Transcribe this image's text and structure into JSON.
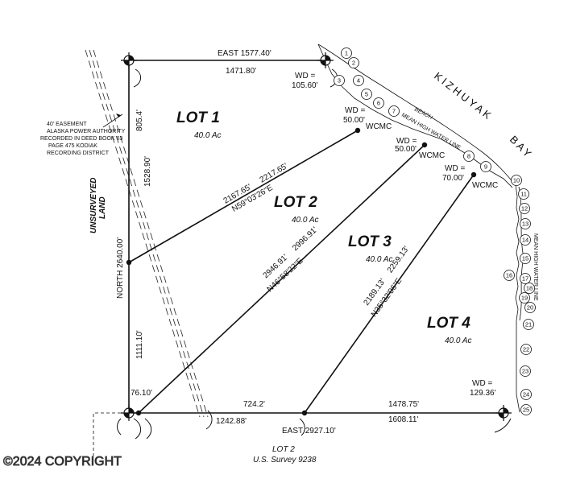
{
  "lots": [
    {
      "label": "LOT 1",
      "area": "40.0 Ac"
    },
    {
      "label": "LOT 2",
      "area": "40.0 Ac"
    },
    {
      "label": "LOT 3",
      "area": "40.0 Ac"
    },
    {
      "label": "LOT 4",
      "area": "40.0 Ac"
    }
  ],
  "top_line": {
    "total": "EAST 1577.40'",
    "segment": "1471.80'"
  },
  "west_line": {
    "total": "NORTH 2640.00'",
    "upper": "805.4'",
    "upper_total": "1528.90'",
    "lower": "1111.10'",
    "corner": "76.10'"
  },
  "bottom_line": {
    "seg1": "724.2'",
    "seg1_total": "1242.88'",
    "total": "EAST 2927.10'",
    "seg2": "1478.75'",
    "seg2_total": "1608.11'"
  },
  "line_1_2": {
    "length1": "2167.65'",
    "length2": "2217.65'",
    "bearing": "N59°03'26\"E"
  },
  "line_2_3": {
    "length1": "2946.91'",
    "length2": "2996.91'",
    "bearing": "N46°58'22\"E"
  },
  "line_3_4": {
    "length1": "2189.13'",
    "length2": "2259.13'",
    "bearing": "N35°32'06\"E"
  },
  "witness": {
    "wd1": "WD =",
    "wd1_val": "105.60'",
    "wd2": "WD =",
    "wd2_val": "50.00'",
    "wd2_tag": "WCMC",
    "wd3": "WD =",
    "wd3_val": "50.00'",
    "wd3_tag": "WCMC",
    "wd4": "WD =",
    "wd4_val": "70.00'",
    "wd4_tag": "WCMC",
    "wd5": "WD =",
    "wd5_val": "129.36'"
  },
  "easement": [
    "40' EASEMENT",
    "ALASKA POWER AUTHORITY",
    "RECORDED IN DEED BOOK 63",
    "PAGE 475 KODIAK",
    "RECORDING DISTRICT"
  ],
  "unsurveyed": [
    "UNSURVEYED",
    "LAND"
  ],
  "bay": {
    "word1": "KIZHUYAK",
    "word2": "BAY"
  },
  "beach": {
    "label": "BEACH",
    "mhwl": "MEAN HIGH WATER LINE",
    "mhwl_east": "MEAN HIGH WATER LINE"
  },
  "adjacent": {
    "lot": "LOT 2",
    "survey": "U.S. Survey 9238"
  },
  "meander_points": [
    "1",
    "2",
    "3",
    "4",
    "5",
    "6",
    "7",
    "8",
    "9",
    "10",
    "11",
    "12",
    "13",
    "14",
    "15",
    "16",
    "17",
    "18",
    "19",
    "20",
    "21",
    "22",
    "23",
    "24",
    "25"
  ],
  "copyright": "©2024 COPYRIGHT"
}
